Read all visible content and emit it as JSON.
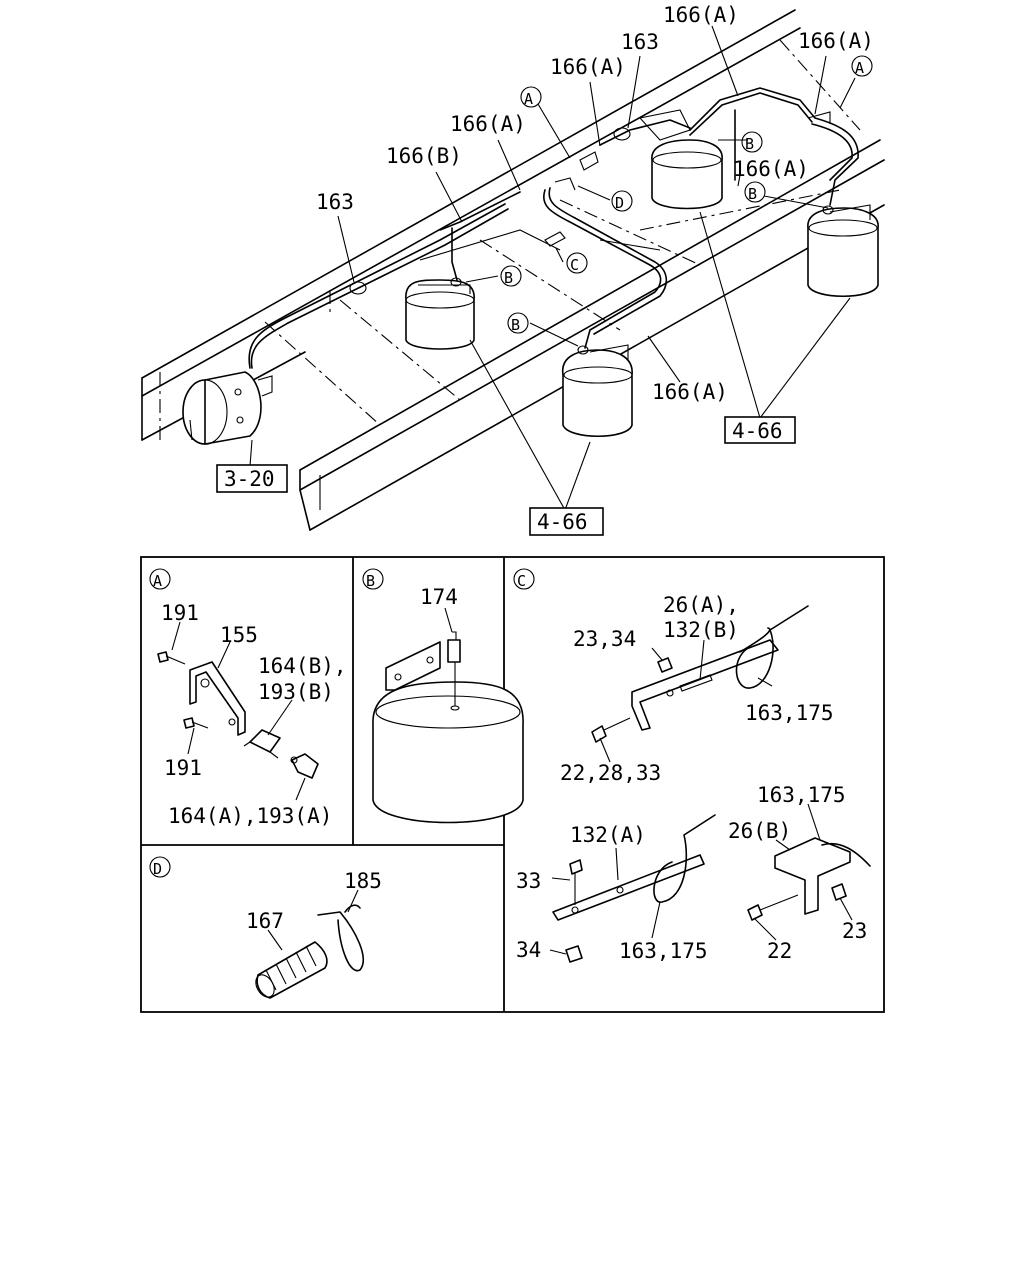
{
  "top_labels": {
    "l166a_1": "166(A)",
    "l163_top": "163",
    "l166a_2": "166(A)",
    "l166a_right": "166(A)",
    "l166a_3": "166(A)",
    "l166b": "166(B)",
    "l166a_mid": "166(A)",
    "l163_left": "163",
    "l166a_low": "166(A)",
    "ref_3_20": "3-20",
    "ref_4_66_right": "4-66",
    "ref_4_66_bottom": "4-66"
  },
  "callouts": {
    "A": "A",
    "B": "B",
    "C": "C",
    "D": "D"
  },
  "detail_A": {
    "tag": "A",
    "l191_top": "191",
    "l155": "155",
    "l164b": "164(B),",
    "l193b": "193(B)",
    "l191_bottom": "191",
    "l164a": "164(A),193(A)"
  },
  "detail_B": {
    "tag": "B",
    "l174": "174"
  },
  "detail_C": {
    "tag": "C",
    "l26a": "26(A),",
    "l132b": "132(B)",
    "l23_34": "23,34",
    "l163_175_a": "163,175",
    "l22_28_33": "22,28,33",
    "l163_175_b": "163,175",
    "l132a": "132(A)",
    "l26b": "26(B)",
    "l33": "33",
    "l34": "34",
    "l163_175_c": "163,175",
    "l22": "22",
    "l23": "23"
  },
  "detail_D": {
    "tag": "D",
    "l185": "185",
    "l167": "167"
  }
}
